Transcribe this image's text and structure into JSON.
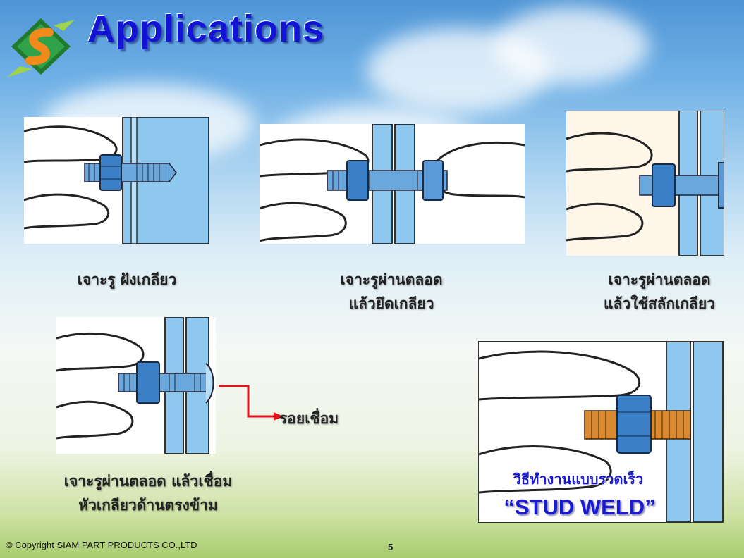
{
  "slide": {
    "title": "Applications",
    "page_number": "5",
    "copyright": "© Copyright  SIAM  PART  PRODUCTS  CO.,LTD"
  },
  "captions": {
    "blind_tapped": {
      "line1": "เจาะรู ฝังเกลียว"
    },
    "through_nut": {
      "line1": "เจาะรูผ่านตลอด",
      "line2": "แล้วยึดเกลียว"
    },
    "through_bolt": {
      "line1": "เจาะรูผ่านตลอด",
      "line2": "แล้วใช้สลักเกลียว"
    },
    "through_weld": {
      "line1": "เจาะรูผ่านตลอด แล้วเชื่อม",
      "line2": "หัวเกลียวด้านตรงข้าม"
    },
    "weld_mark": "รอยเชื่อม"
  },
  "stud_weld": {
    "subtitle": "วิธีทำงานแบบรวดเร็ว",
    "title": "“STUD WELD”"
  },
  "colors": {
    "title_blue": "#1414d6",
    "panel_blue": "#8ec8ee",
    "bolt_blue": "#4a8fd0",
    "stud_orange": "#d98a2e",
    "arrow_red": "#e0141a"
  },
  "icons": {
    "logo": "siam-part-logo-icon"
  }
}
